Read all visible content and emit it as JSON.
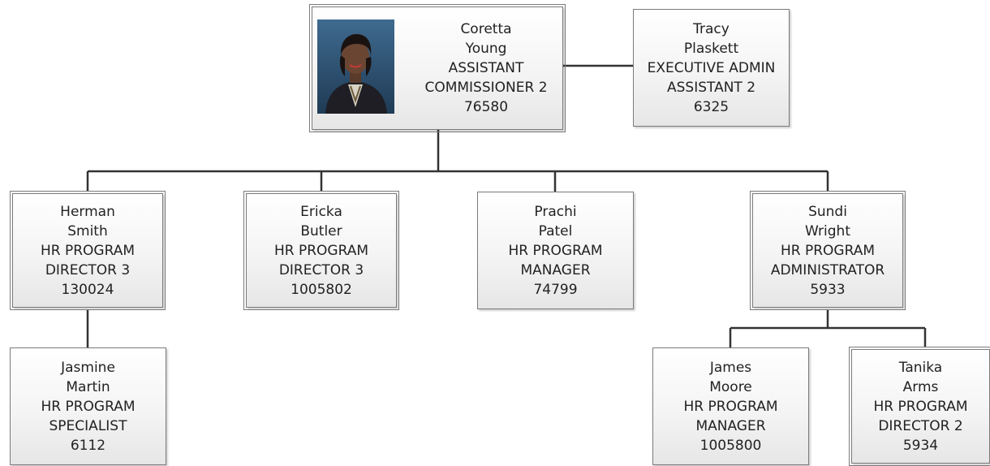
{
  "people": {
    "coretta": {
      "first": "Coretta",
      "last": "Young",
      "title1": "ASSISTANT",
      "title2": "COMMISSIONER 2",
      "id": "76580"
    },
    "tracy": {
      "first": "Tracy",
      "last": "Plaskett",
      "title1": "EXECUTIVE ADMIN",
      "title2": "ASSISTANT 2",
      "id": "6325"
    },
    "herman": {
      "first": "Herman",
      "last": "Smith",
      "title1": "HR PROGRAM",
      "title2": "DIRECTOR 3",
      "id": "130024"
    },
    "ericka": {
      "first": "Ericka",
      "last": "Butler",
      "title1": "HR PROGRAM",
      "title2": "DIRECTOR 3",
      "id": "1005802"
    },
    "prachi": {
      "first": "Prachi",
      "last": "Patel",
      "title1": "HR PROGRAM",
      "title2": "MANAGER",
      "id": "74799"
    },
    "sundi": {
      "first": "Sundi",
      "last": "Wright",
      "title1": "HR PROGRAM",
      "title2": "ADMINISTRATOR",
      "id": "5933"
    },
    "jasmine": {
      "first": "Jasmine",
      "last": "Martin",
      "title1": "HR PROGRAM",
      "title2": "SPECIALIST",
      "id": "6112"
    },
    "james": {
      "first": "James",
      "last": "Moore",
      "title1": "HR PROGRAM",
      "title2": "MANAGER",
      "id": "1005800"
    },
    "tanika": {
      "first": "Tanika",
      "last": "Arms",
      "title1": "HR PROGRAM",
      "title2": "DIRECTOR 2",
      "id": "5934"
    }
  },
  "colors": {
    "connector": "#333333",
    "border": "#7a7a7a"
  }
}
